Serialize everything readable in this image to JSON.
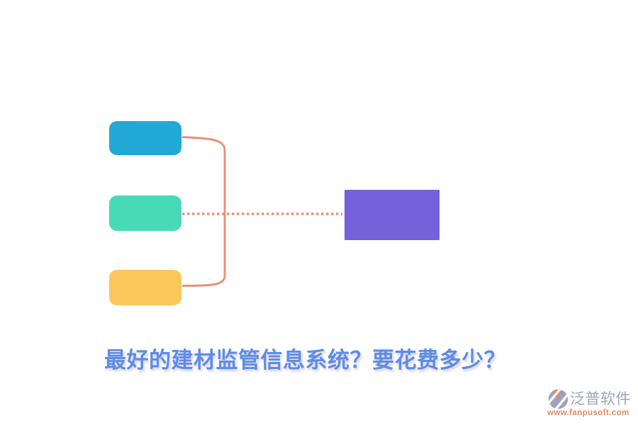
{
  "page": {
    "background": "#ffffff"
  },
  "title": {
    "text": "最好的建材监管信息系统？要花费多少？",
    "color": "#5C8DE6"
  },
  "diagram": {
    "connector_color": "#ED8B70",
    "dotted_color": "#EE9078",
    "nodes": {
      "top": {
        "color": "#22A8D4"
      },
      "middle": {
        "color": "#48DAB7"
      },
      "bottom": {
        "color": "#FBC65A"
      },
      "target": {
        "color": "#7561D9"
      }
    }
  },
  "watermark": {
    "brand": "泛普软件",
    "url": "www.fanpusoft.com",
    "brand_color": "#9FA4BA",
    "accent_color": "#E8875F"
  }
}
